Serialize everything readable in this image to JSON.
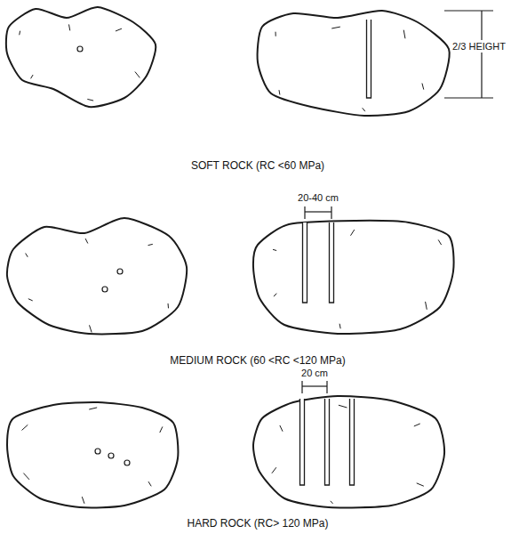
{
  "diagram": {
    "labels": [
      "2/3 HEIGHT",
      "SOFT ROCK (RC <60 MPa)",
      "20-40 cm",
      "MEDIUM ROCK (60 <RC <120 MPa)",
      "20 cm",
      "HARD ROCK (RC> 120 MPa)"
    ]
  }
}
